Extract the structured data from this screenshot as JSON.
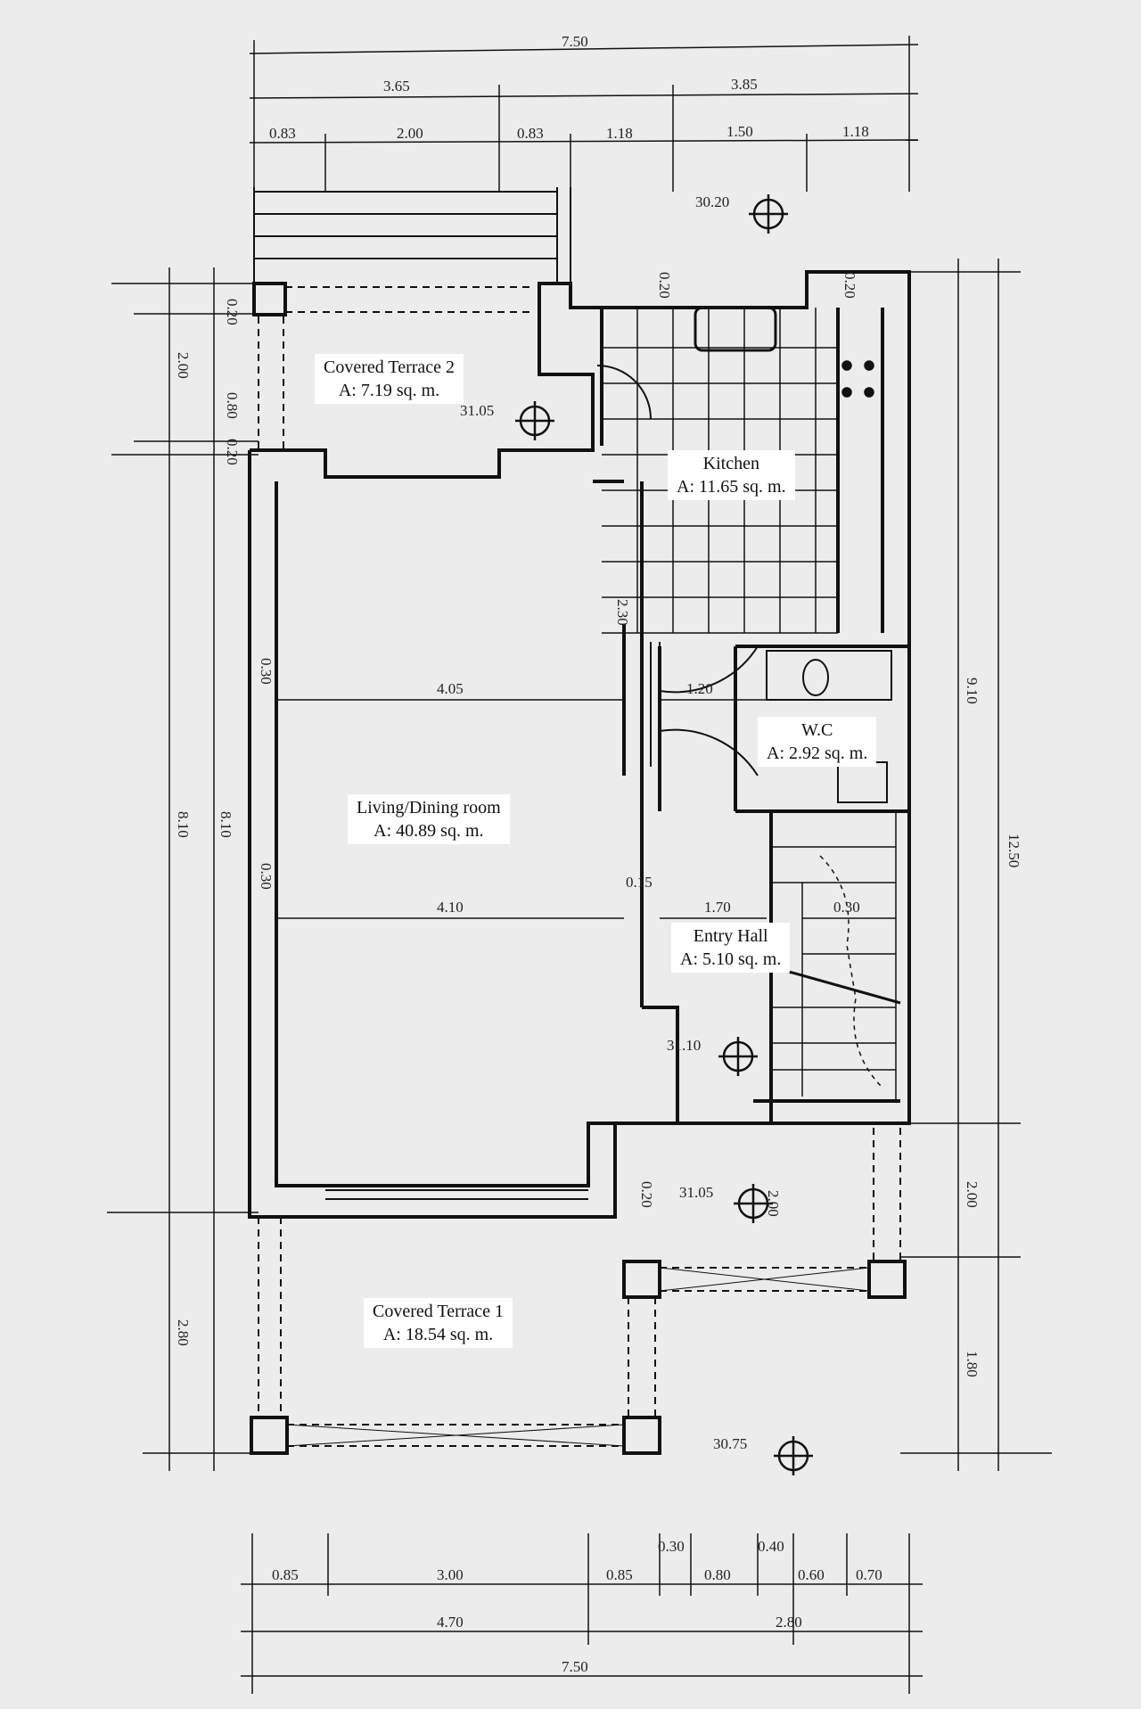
{
  "rooms": [
    {
      "name": "Covered Terrace 2",
      "area": "A: 7.19 sq. m."
    },
    {
      "name": "Kitchen",
      "area": "A: 11.65 sq. m."
    },
    {
      "name": "W.C",
      "area": "A: 2.92 sq. m."
    },
    {
      "name": "Living/Dining room",
      "area": "A: 40.89 sq. m."
    },
    {
      "name": "Entry Hall",
      "area": "A: 5.10 sq. m."
    },
    {
      "name": "Covered Terrace 1",
      "area": "A: 18.54 sq. m."
    }
  ],
  "dimensions": {
    "top_total": "7.50",
    "top_mid": [
      "3.65",
      "3.85"
    ],
    "top_parts": [
      "0.83",
      "2.00",
      "0.83",
      "1.18",
      "1.50",
      "1.18"
    ],
    "bottom_total": "7.50",
    "bottom_mid": [
      "4.70",
      "2.80"
    ],
    "bottom_parts": [
      "0.85",
      "3.00",
      "0.85",
      "0.30",
      "0.80",
      "0.40",
      "0.60",
      "0.70"
    ],
    "left": [
      "0.20",
      "2.00",
      "0.80",
      "0.20",
      "8.10",
      "2.80"
    ],
    "left_inner": "8.10",
    "right_total": "12.50",
    "right": [
      "9.10",
      "2.00",
      "1.80"
    ],
    "interior": [
      "4.05",
      "4.10",
      "1.20",
      "1.70",
      "0.15",
      "0.30",
      "0.20",
      "0.30",
      "0.20",
      "2.30",
      "0.30",
      "2.00",
      "0.20"
    ]
  },
  "elevations": [
    "30.20",
    "31.05",
    "31.10",
    "31.05",
    "30.75"
  ]
}
